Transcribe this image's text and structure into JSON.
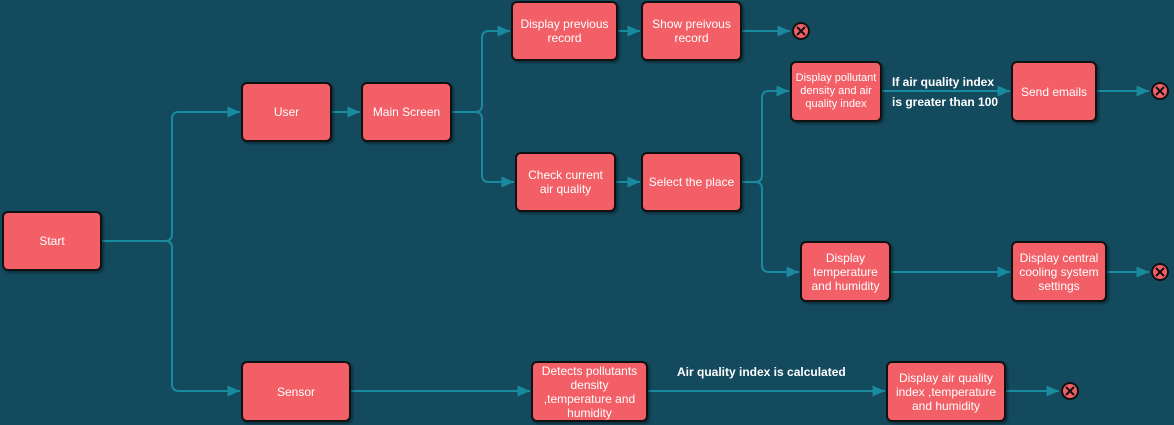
{
  "nodes": {
    "start": "Start",
    "user": "User",
    "main_screen": "Main Screen",
    "display_previous": "Display previous record",
    "show_previous": "Show preivous record",
    "check_air": "Check current air quality",
    "select_place": "Select the place",
    "display_pollutant": "Display pollutant density and air quality index",
    "send_emails": "Send emails",
    "display_temp": "Display temperature and humidity",
    "display_cooling": "Display central cooling system settings",
    "sensor": "Sensor",
    "detects": "Detects pollutants density ,temperature and humidity",
    "display_aqi": "Display air quality index ,temperature and humidity"
  },
  "labels": {
    "aqi_condition_line1": "If air quality index",
    "aqi_condition_line2": "is greater than 100",
    "aqi_calculated": "Air quality index is calculated"
  },
  "colors": {
    "background": "#144a5e",
    "node_fill": "#f25f66",
    "edge": "#1a8a9e"
  }
}
